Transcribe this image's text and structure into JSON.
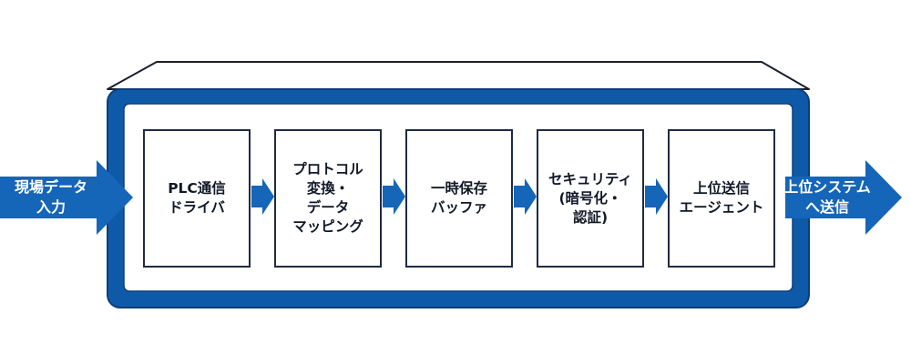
{
  "colors": {
    "frame_blue": "#0f5aa8",
    "frame_dark": "#0b3f7a",
    "arrow_blue": "#1565b8",
    "box_border": "#1f2a44",
    "outline": "#1a1f2e"
  },
  "input": {
    "label": "現場データ\n入力"
  },
  "output": {
    "label": "上位システム\nへ送信"
  },
  "stages": [
    {
      "label": "PLC通信\nドライバ"
    },
    {
      "label": "プロトコル\n変換・\nデータ\nマッピング"
    },
    {
      "label": "一時保存\nバッファ"
    },
    {
      "label": "セキュリティ\n(暗号化・\n認証)"
    },
    {
      "label": "上位送信\nエージェント"
    }
  ]
}
